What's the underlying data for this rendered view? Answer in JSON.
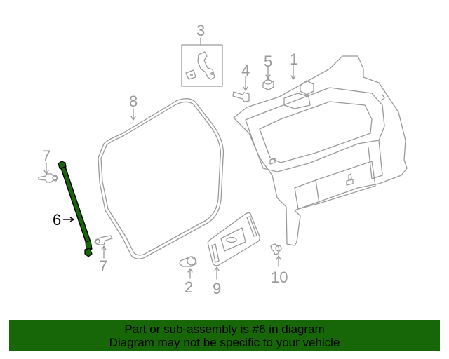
{
  "diagram": {
    "highlight_color": "#176608",
    "line_color": "#9a9a9a",
    "callouts": [
      {
        "id": "1",
        "label": "1",
        "part": "liftgate"
      },
      {
        "id": "2",
        "label": "2",
        "part": "bumper"
      },
      {
        "id": "3",
        "label": "3",
        "part": "hinge"
      },
      {
        "id": "4",
        "label": "4",
        "part": "bolt"
      },
      {
        "id": "5",
        "label": "5",
        "part": "nut"
      },
      {
        "id": "6",
        "label": "6",
        "part": "lift-support",
        "highlighted": true
      },
      {
        "id": "7a",
        "label": "7",
        "part": "ball-stud-upper"
      },
      {
        "id": "7b",
        "label": "7",
        "part": "ball-stud-lower"
      },
      {
        "id": "8",
        "label": "8",
        "part": "weatherstrip"
      },
      {
        "id": "9",
        "label": "9",
        "part": "license-plate-bracket"
      },
      {
        "id": "10",
        "label": "10",
        "part": "screw"
      }
    ]
  },
  "banner": {
    "line1": "Part or sub-assembly is #6 in diagram",
    "line2": "Diagram may not be specific to your vehicle",
    "background": "#176608"
  }
}
